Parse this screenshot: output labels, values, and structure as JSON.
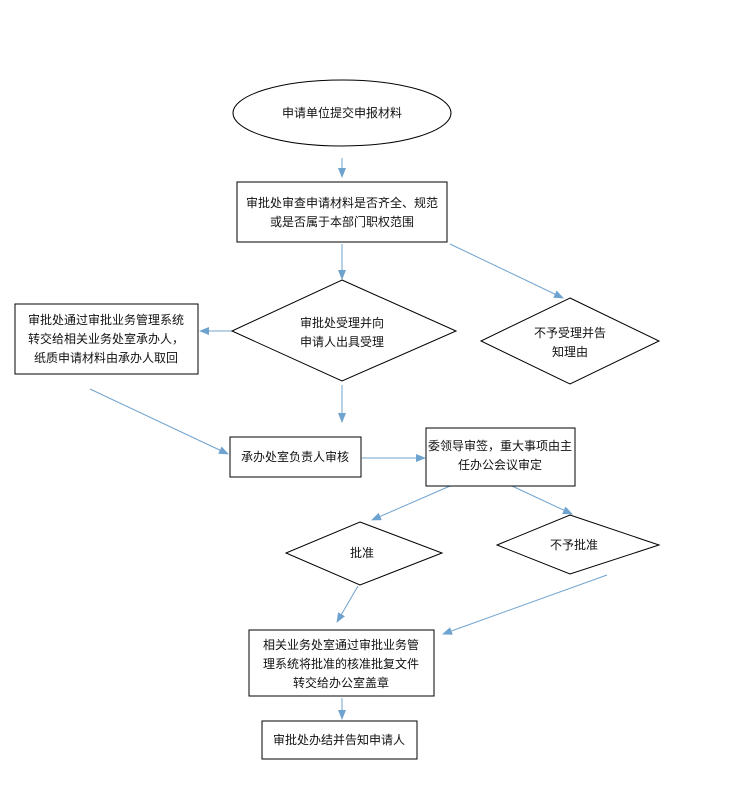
{
  "nodes": {
    "start": {
      "lines": [
        "申请单位提交申报材料"
      ]
    },
    "review": {
      "lines": [
        "审批处审查申请材料是否齐全、规范",
        "或是否属于本部门职权范围"
      ]
    },
    "accept": {
      "lines": [
        "审批处受理并向",
        "申请人出具受理"
      ]
    },
    "reject_accept": {
      "lines": [
        "不予受理并告",
        "知理由"
      ]
    },
    "transfer": {
      "lines": [
        "审批处通过审批业务管理系统",
        "转交给相关业务处室承办人，",
        "纸质申请材料由承办人取回"
      ]
    },
    "dept_review": {
      "lines": [
        "承办处室负责人审核"
      ]
    },
    "leader_review": {
      "lines": [
        "委领导审签，重大事项由主",
        "任办公会议审定"
      ]
    },
    "approve": {
      "lines": [
        "批准"
      ]
    },
    "not_approve": {
      "lines": [
        "不予批准"
      ]
    },
    "issue": {
      "lines": [
        "相关业务处室通过审批业务管",
        "理系统将批准的核准批复文件",
        "转交给办公室盖章"
      ]
    },
    "close": {
      "lines": [
        "审批处办结并告知申请人"
      ]
    }
  },
  "colors": {
    "arrow": "#6fa3cf",
    "border": "#000000",
    "text": "#111111"
  }
}
